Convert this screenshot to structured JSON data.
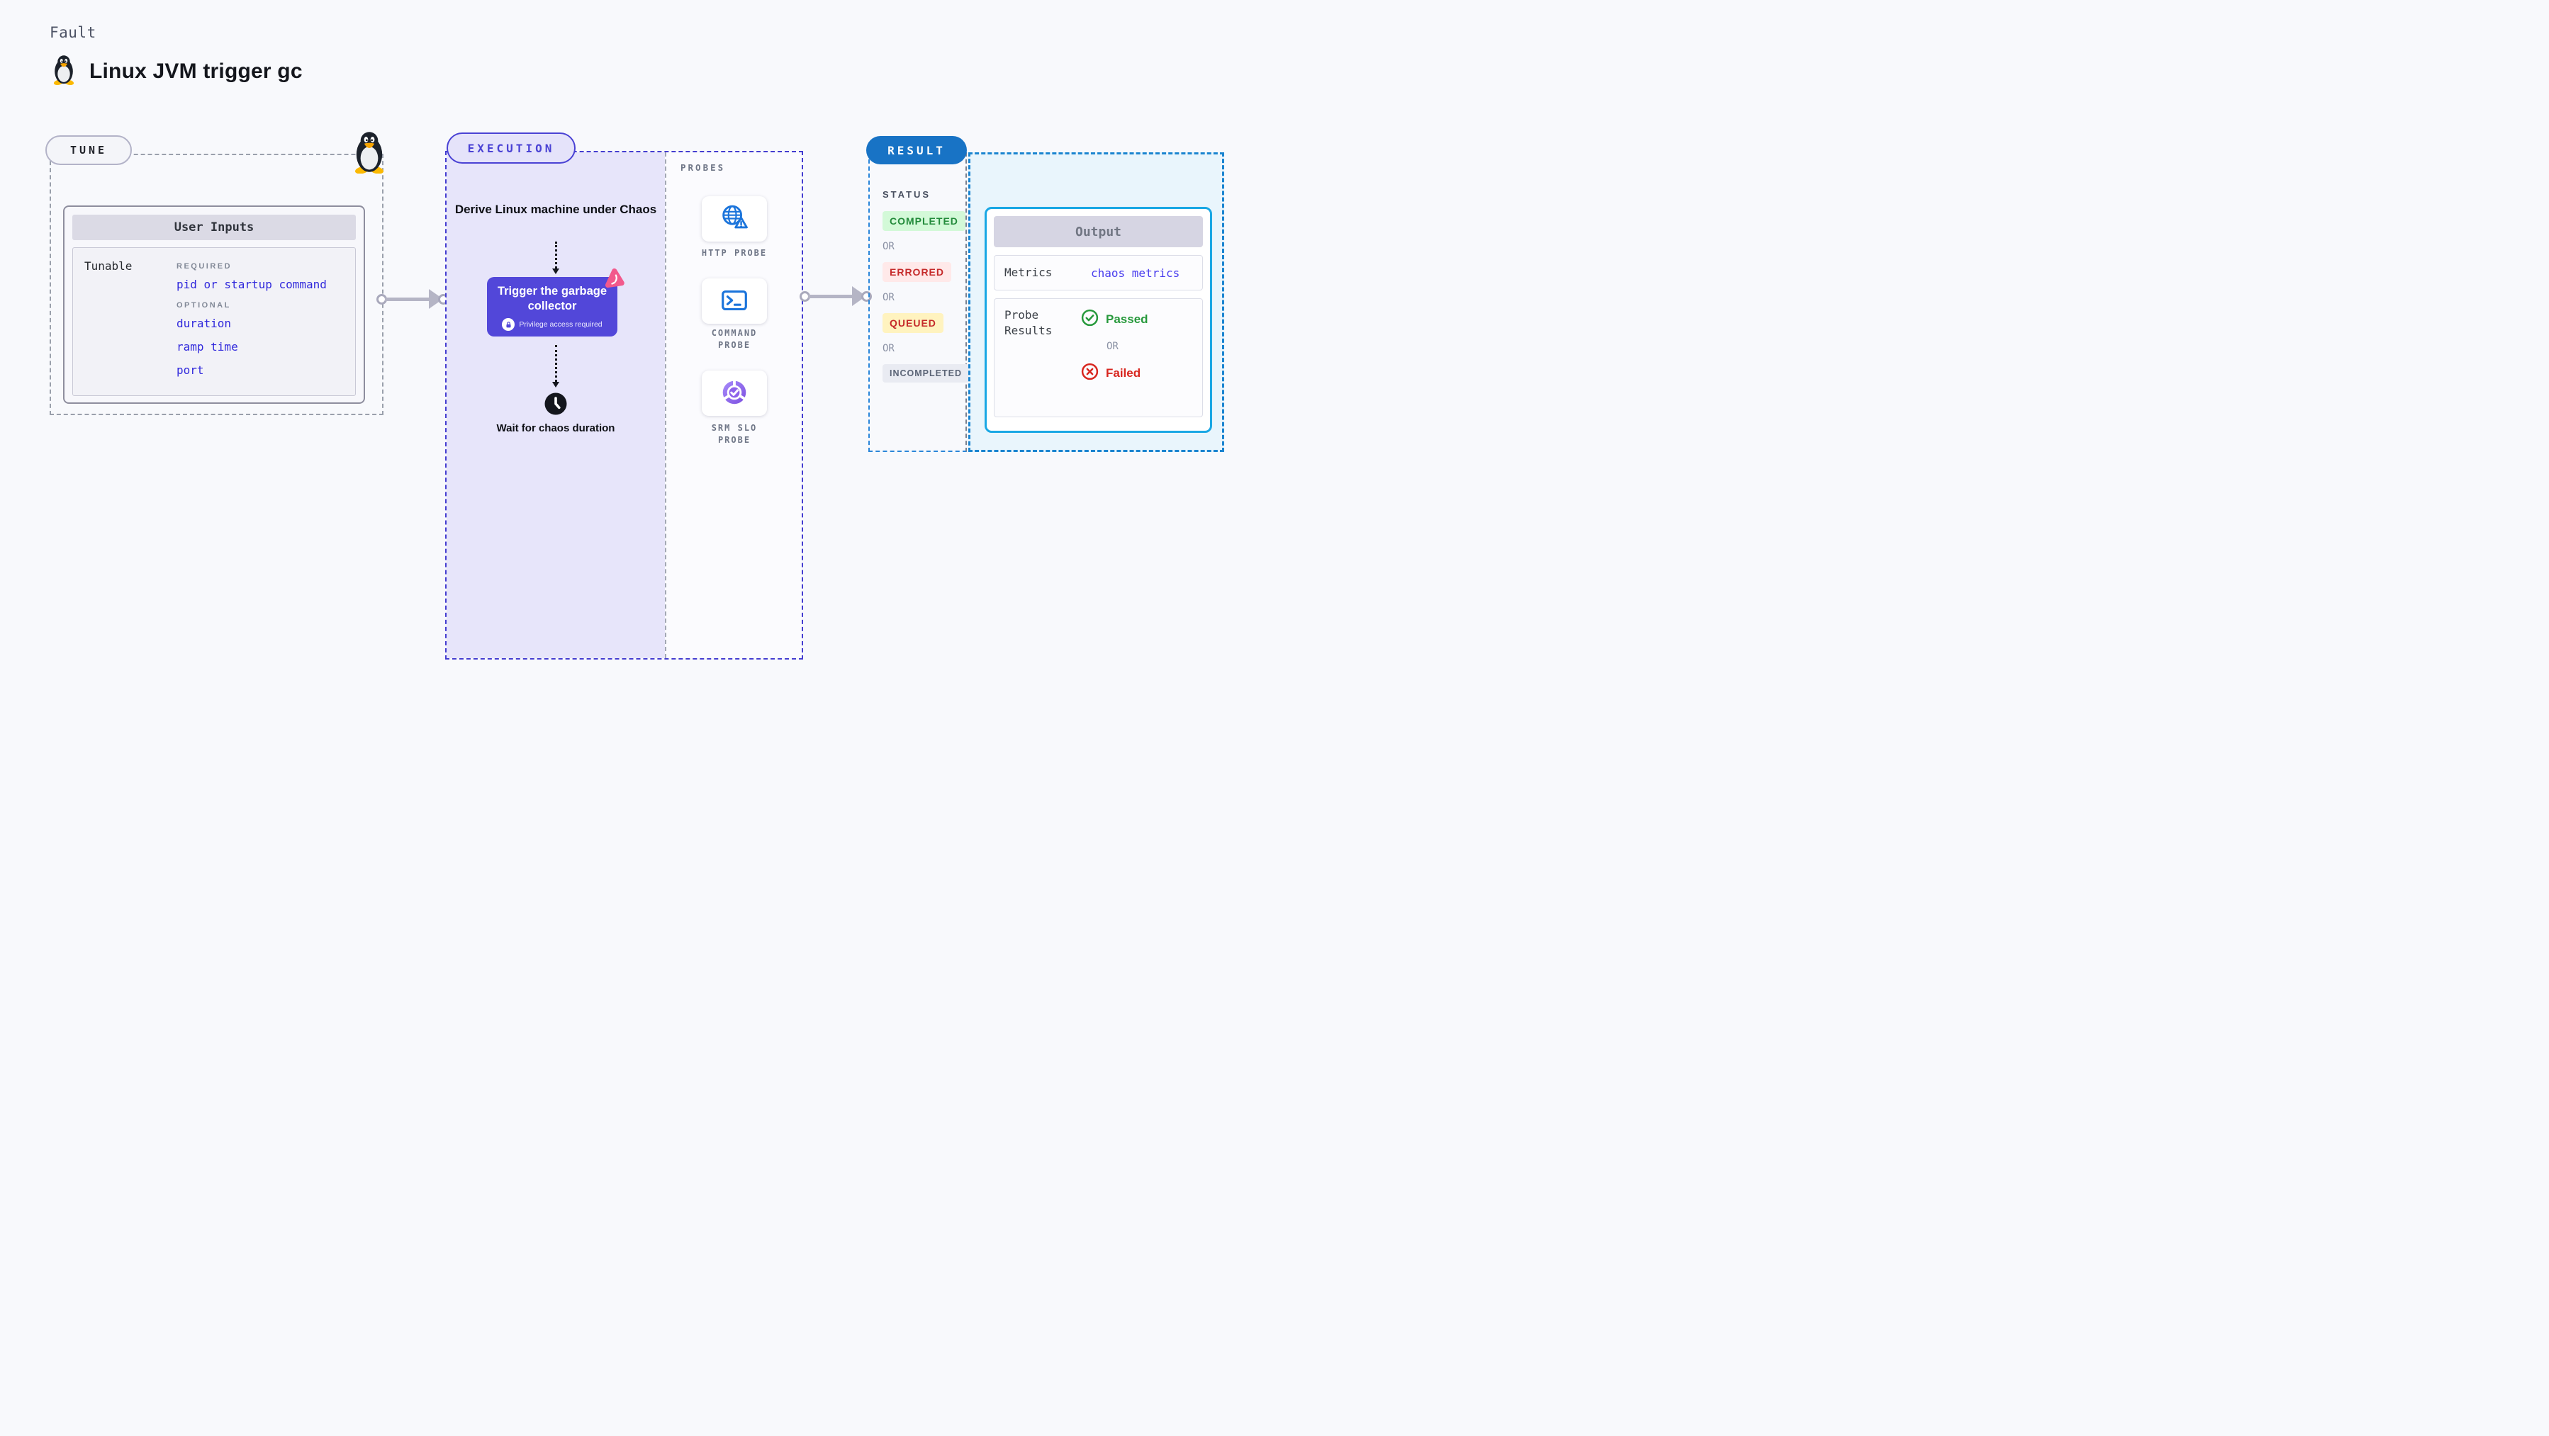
{
  "header": {
    "eyebrow": "Fault",
    "title": "Linux JVM trigger gc"
  },
  "tune": {
    "pill": "TUNE",
    "user_inputs": {
      "title": "User Inputs",
      "row_label": "Tunable",
      "required_heading": "REQUIRED",
      "required_items": [
        "pid or startup command"
      ],
      "optional_heading": "OPTIONAL",
      "optional_items": [
        "duration",
        "ramp time",
        "port"
      ]
    }
  },
  "execution": {
    "pill": "EXECUTION",
    "derive_step": "Derive Linux machine under Chaos",
    "trigger_step": {
      "title": "Trigger the garbage collector",
      "note": "Privilege access required"
    },
    "wait_step": "Wait for chaos duration",
    "probes": {
      "heading": "PROBES",
      "items": [
        {
          "label": "HTTP PROBE",
          "icon": "globe-alert-icon"
        },
        {
          "label": "COMMAND PROBE",
          "icon": "terminal-icon"
        },
        {
          "label": "SRM SLO PROBE",
          "icon": "pie-check-icon"
        }
      ]
    }
  },
  "result": {
    "pill": "RESULT",
    "status": {
      "heading": "STATUS",
      "or": "OR",
      "badges": [
        {
          "label": "COMPLETED",
          "bg": "#d3f9d8",
          "color": "#238b3b"
        },
        {
          "label": "ERRORED",
          "bg": "#ffe9e9",
          "color": "#c52a2a"
        },
        {
          "label": "QUEUED",
          "bg": "#fff3bf",
          "color": "#c52a2a"
        },
        {
          "label": "INCOMPLETED",
          "bg": "#e9ebf2",
          "color": "#5b6476"
        }
      ]
    },
    "output": {
      "title": "Output",
      "metrics_label": "Metrics",
      "metrics_value": "chaos metrics",
      "probe_results_label": "Probe Results",
      "passed": "Passed",
      "or": "OR",
      "failed": "Failed"
    }
  },
  "colors": {
    "page_bg": "#f8f9fc",
    "accent_indigo": "#4a42d4",
    "execution_fill": "#e7e5fa",
    "button_purple": "#5247d9",
    "result_blue": "#1873c5",
    "output_border": "#19a7e4",
    "output_fill": "#e9f5fc",
    "link_blue": "#3129dc",
    "probe_icon_blue": "#1b74db",
    "srm_purple": "#7c4fe0",
    "chaos_pink": "#f2598c",
    "arrow_gray": "#b5b5c5"
  }
}
